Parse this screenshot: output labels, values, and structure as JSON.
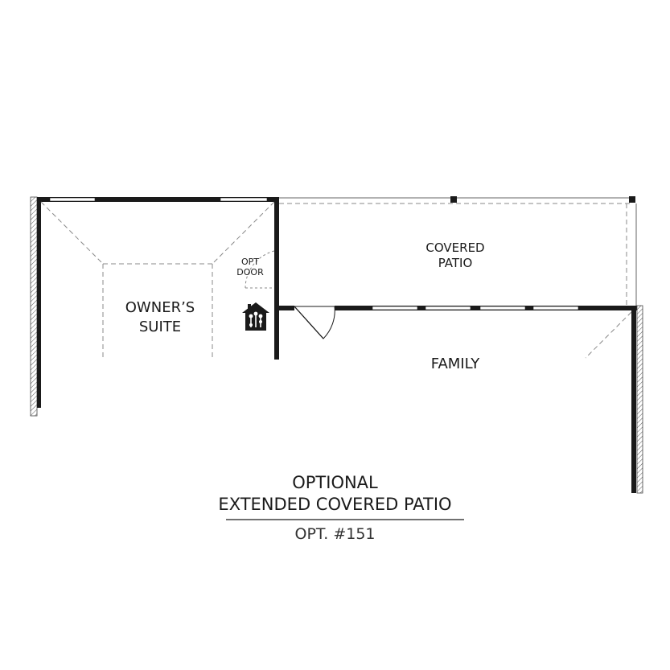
{
  "colors": {
    "wall": "#1a1a1a",
    "dashed": "#888888",
    "window": "#ffffff"
  },
  "rooms": {
    "owners_suite": [
      "OWNER’S",
      "SUITE"
    ],
    "covered_patio": [
      "COVERED",
      "PATIO"
    ],
    "family": "FAMILY"
  },
  "opt_door": [
    "OPT",
    "DOOR"
  ],
  "icon": "smart-home-icon",
  "caption": {
    "line1": "OPTIONAL",
    "line2": "EXTENDED COVERED PATIO",
    "option_number": "OPT. #151"
  }
}
